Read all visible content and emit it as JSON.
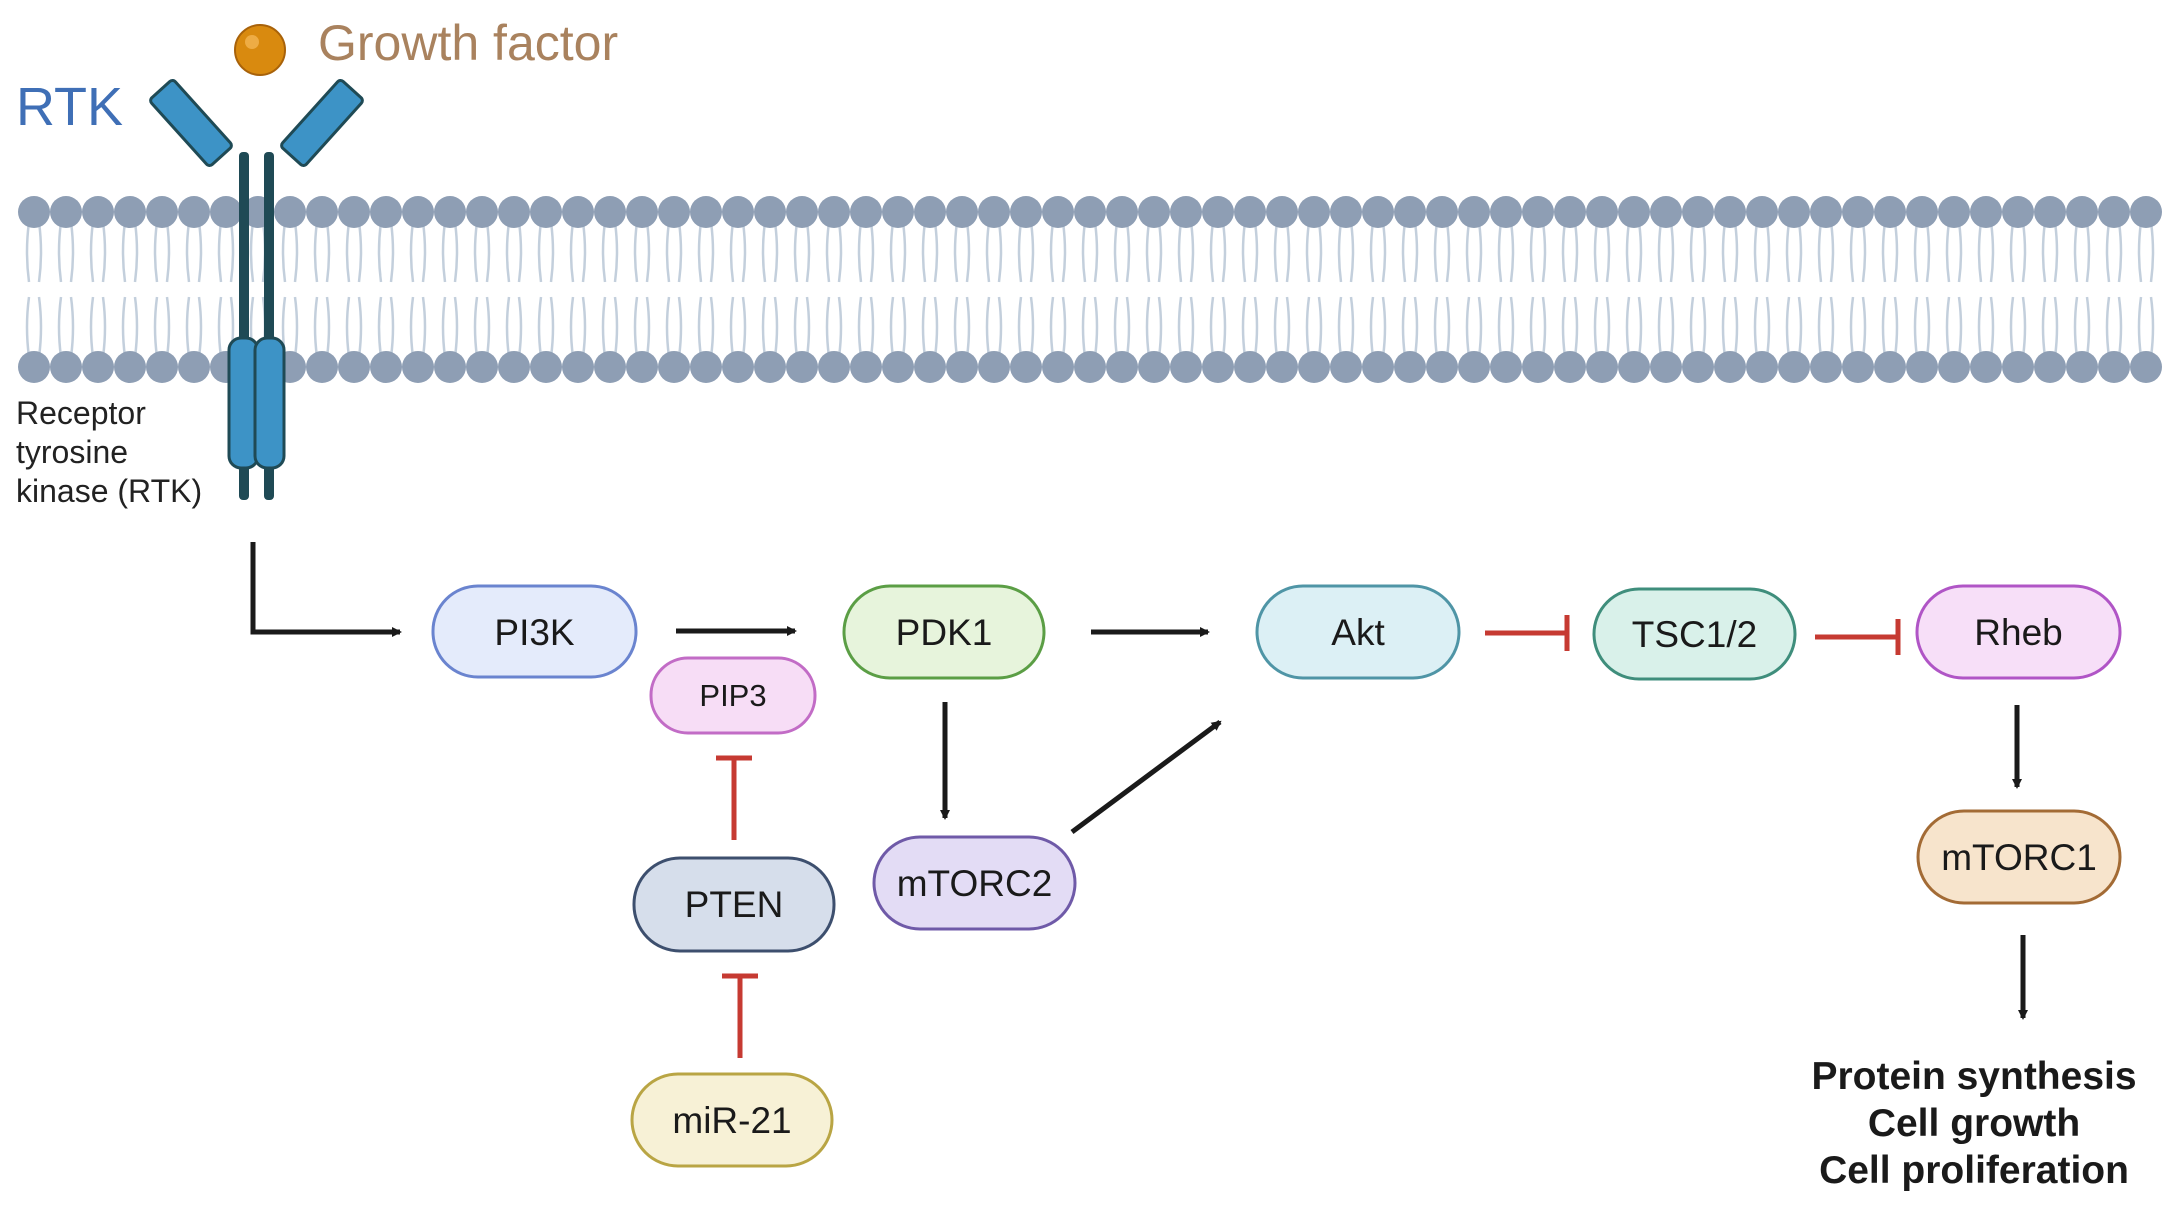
{
  "labels": {
    "growth_factor": "Growth factor",
    "rtk_short": "RTK",
    "rtk_desc": [
      "Receptor",
      "tyrosine",
      "kinase (RTK)"
    ]
  },
  "nodes": {
    "pi3k": "PI3K",
    "pip3": "PIP3",
    "pdk1": "PDK1",
    "akt": "Akt",
    "tsc": "TSC1/2",
    "rheb": "Rheb",
    "pten": "PTEN",
    "mtorc2": "mTORC2",
    "mtorc1": "mTORC1",
    "mir21": "miR-21"
  },
  "outcomes": [
    "Protein synthesis",
    "Cell growth",
    "Cell proliferation"
  ],
  "colors": {
    "growth_factor_text": "#a9825e",
    "rtk_text": "#3f6fb6",
    "receptor_fill": "#3d93c6",
    "receptor_stalk": "#1f4a55",
    "ligand": "#d98a0f",
    "lipid_head": "#8e9eb4",
    "lipid_tail": "#c3cfdc",
    "activation_arrow": "#1a1a1a",
    "inhibition": "#c63a32"
  },
  "edges": [
    {
      "from": "rtk",
      "to": "pi3k",
      "type": "activation"
    },
    {
      "from": "pi3k",
      "to": "pdk1",
      "type": "activation"
    },
    {
      "from": "pdk1",
      "to": "akt",
      "type": "activation"
    },
    {
      "from": "pdk1",
      "to": "mtorc2",
      "type": "activation"
    },
    {
      "from": "mtorc2",
      "to": "akt",
      "type": "activation"
    },
    {
      "from": "akt",
      "to": "tsc",
      "type": "inhibition"
    },
    {
      "from": "tsc",
      "to": "rheb",
      "type": "inhibition"
    },
    {
      "from": "rheb",
      "to": "mtorc1",
      "type": "activation"
    },
    {
      "from": "mtorc1",
      "to": "outcomes",
      "type": "activation"
    },
    {
      "from": "pten",
      "to": "pip3",
      "type": "inhibition"
    },
    {
      "from": "mir21",
      "to": "pten",
      "type": "inhibition"
    }
  ]
}
